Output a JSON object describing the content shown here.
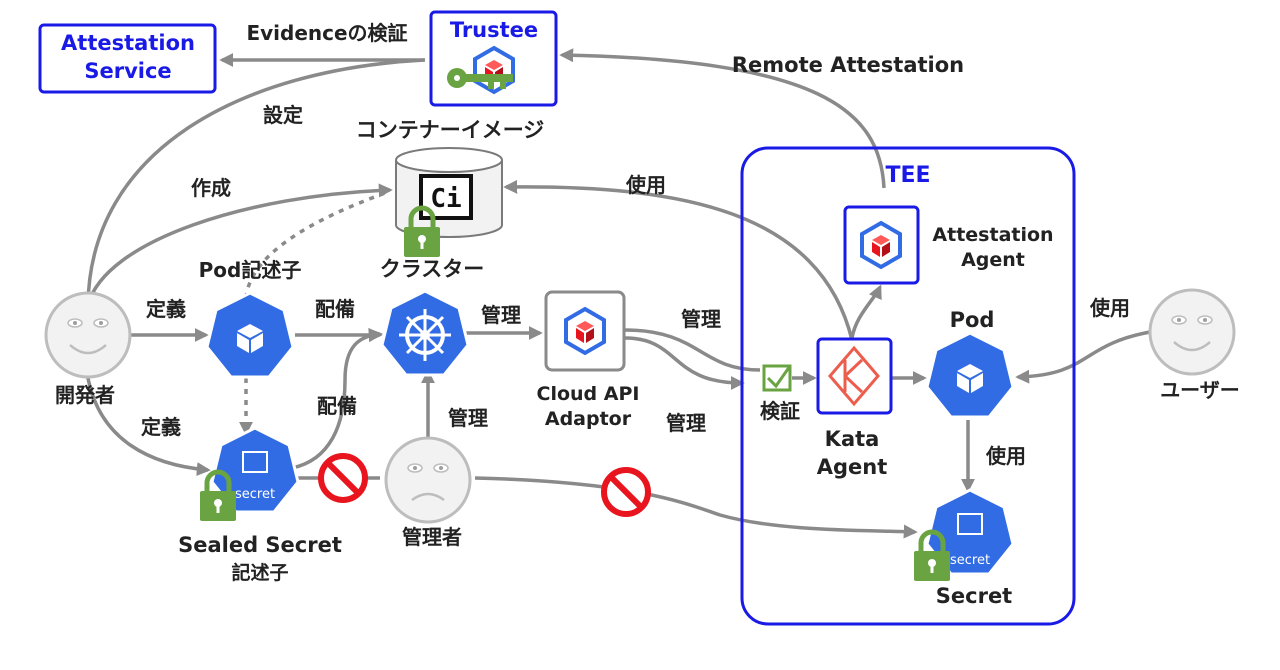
{
  "nodes": {
    "attestation_service": {
      "line1": "Attestation",
      "line2": "Service"
    },
    "trustee": {
      "label": "Trustee"
    },
    "container_image": {
      "label": "コンテナーイメージ"
    },
    "cluster": {
      "label": "クラスター"
    },
    "pod_descriptor": {
      "label": "Pod記述子"
    },
    "developer": {
      "label": "開発者"
    },
    "cloud_api_adaptor": {
      "line1": "Cloud API",
      "line2": "Adaptor"
    },
    "sealed_secret": {
      "line1": "Sealed Secret",
      "line2": "記述子"
    },
    "secret_icon_text": "secret",
    "administrator": {
      "label": "管理者"
    },
    "tee": {
      "label": "TEE"
    },
    "attestation_agent": {
      "line1": "Attestation",
      "line2": "Agent"
    },
    "kata_agent": {
      "line1": "Kata",
      "line2": "Agent"
    },
    "pod": {
      "label": "Pod"
    },
    "secret": {
      "label": "Secret"
    },
    "user": {
      "label": "ユーザー"
    }
  },
  "edges": {
    "evidence_verify": "Evidenceの検証",
    "remote_attestation": "Remote Attestation",
    "settings": "設定",
    "create": "作成",
    "use_image": "使用",
    "define_pod": "定義",
    "deploy_pod": "配備",
    "manage_cluster": "管理",
    "manage_caa": "管理",
    "manage_caa2": "管理",
    "manage_admin": "管理",
    "verify": "検証",
    "define_sealed": "定義",
    "deploy_sealed": "配備",
    "use_secret": "使用",
    "user_use": "使用"
  },
  "colors": {
    "k8s_blue": "#326ce5",
    "tee_border": "#1a1ae6",
    "lock_green": "#6aa341",
    "arrow_gray": "#8a8a8a",
    "forbidden_red": "#e8141e",
    "kata_orange": "#ec5d4d"
  }
}
